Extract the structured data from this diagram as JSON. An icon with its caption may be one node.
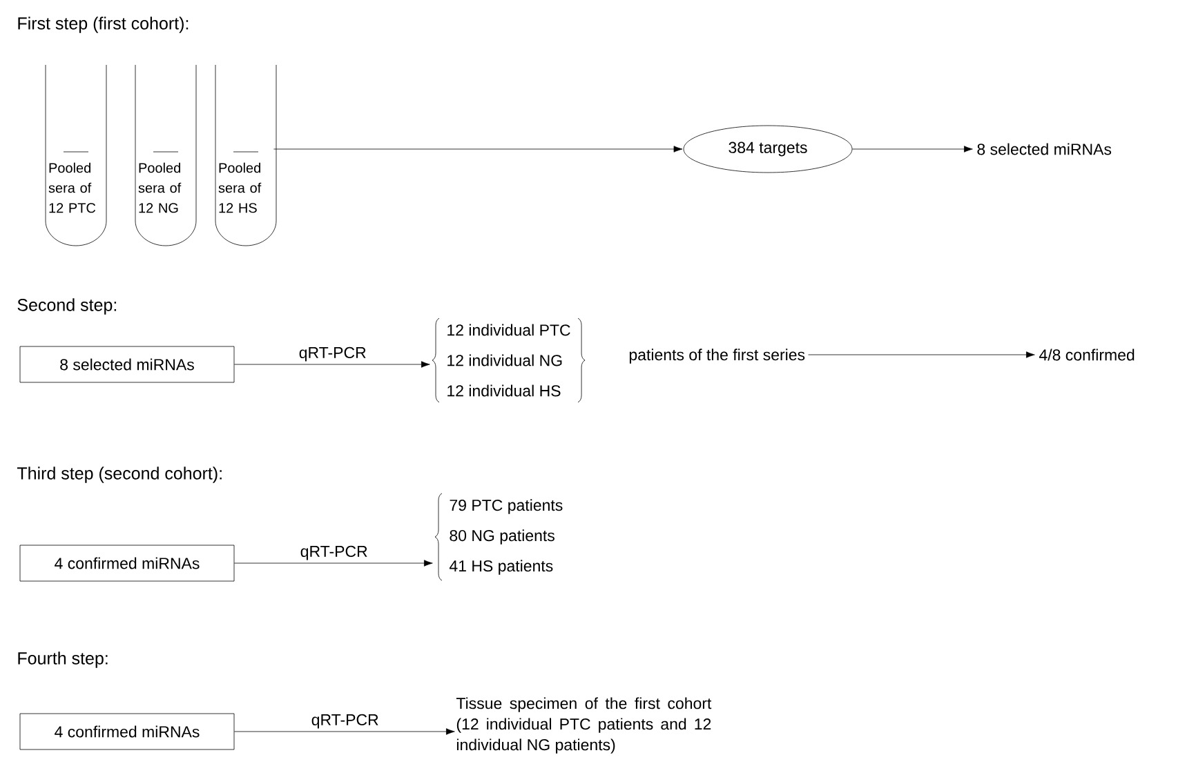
{
  "diagram": {
    "nodes": [
      {
        "text": [
          "Pooled sera of 12 PTC"
        ]
      },
      {
        "text": [
          "Pooled sera of 12 NG"
        ]
      },
      {
        "text": [
          "Pooled sera of 12 HS"
        ]
      },
      {
        "text": [
          "384 targets"
        ]
      },
      {
        "text": [
          "8 selected miRNAs"
        ]
      },
      {
        "text": [
          "8 selected miRNAs"
        ]
      },
      {
        "text": [
          "12 individual PTC",
          "12 individual NG",
          "12 individual HS"
        ]
      },
      {
        "text": [
          "patients of the first series"
        ]
      },
      {
        "text": [
          "4/8 confirmed"
        ]
      },
      {
        "text": [
          "4 confirmed miRNAs"
        ]
      },
      {
        "text": [
          "79  PTC patients",
          "80 NG patients",
          "41 HS patients"
        ]
      },
      {
        "text": [
          "4 confirmed miRNAs"
        ]
      },
      {
        "text": [
          "Tissue specimen of the first cohort (12 individual PTC patients and 12 individual NG patients)"
        ]
      }
    ],
    "edges": [
      {
        "from": 2,
        "to": 3,
        "arrow": "to"
      },
      {
        "from": 3,
        "to": 4,
        "arrow": "to"
      },
      {
        "from": 5,
        "to": 6,
        "arrow": "to",
        "label": "qRT-PCR"
      },
      {
        "from": 7,
        "to": 8,
        "arrow": "to"
      },
      {
        "from": 9,
        "to": 10,
        "arrow": "to",
        "label": "qRT-PCR"
      },
      {
        "from": 11,
        "to": 12,
        "arrow": "to",
        "label": "qRT-PCR"
      }
    ],
    "labels": [
      "First step (first cohort):",
      "Second step:",
      "Third step (second cohort):",
      "Fourth step:"
    ]
  }
}
